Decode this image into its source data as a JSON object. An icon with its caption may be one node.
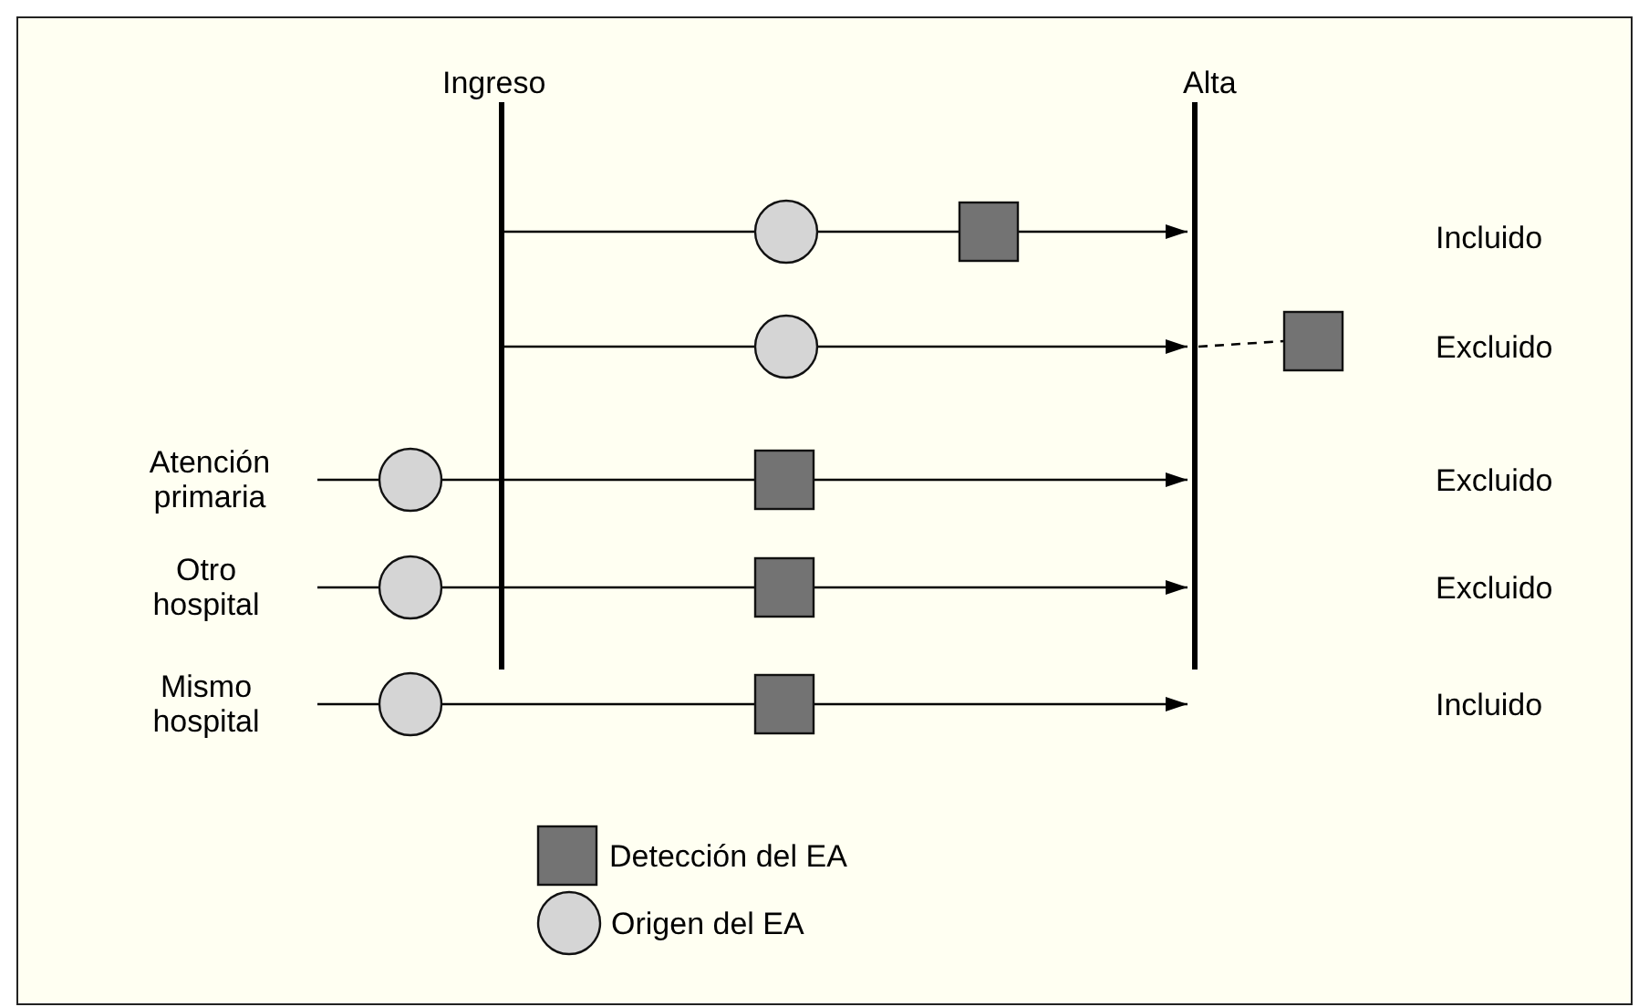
{
  "diagram": {
    "nodes": [
      {
        "text": [],
        "shape": "circle"
      },
      {
        "text": [],
        "shape": "box"
      },
      {
        "text": [],
        "shape": "circle"
      },
      {
        "text": [],
        "shape": "box"
      },
      {
        "text": [],
        "shape": "circle"
      },
      {
        "text": [],
        "shape": "box"
      },
      {
        "text": [],
        "shape": "circle"
      },
      {
        "text": [],
        "shape": "box"
      },
      {
        "text": [],
        "shape": "circle"
      },
      {
        "text": [],
        "shape": "box"
      }
    ],
    "edges": [
      {
        "from": null,
        "to": 0,
        "arrow": "none"
      },
      {
        "from": 0,
        "to": 1,
        "arrow": "none"
      },
      {
        "from": 1,
        "to": null,
        "arrow": "to"
      },
      {
        "from": null,
        "to": 2,
        "arrow": "none"
      },
      {
        "from": 2,
        "to": null,
        "arrow": "to"
      },
      {
        "from": null,
        "to": 3,
        "arrow": "none",
        "style": "dashed"
      },
      {
        "from": null,
        "to": 4,
        "arrow": "none"
      },
      {
        "from": 4,
        "to": 5,
        "arrow": "none"
      },
      {
        "from": 5,
        "to": null,
        "arrow": "to"
      },
      {
        "from": null,
        "to": 6,
        "arrow": "none"
      },
      {
        "from": 6,
        "to": 7,
        "arrow": "none"
      },
      {
        "from": 7,
        "to": null,
        "arrow": "to"
      },
      {
        "from": null,
        "to": 8,
        "arrow": "none"
      },
      {
        "from": 8,
        "to": 9,
        "arrow": "none"
      },
      {
        "from": 9,
        "to": null,
        "arrow": "to"
      }
    ],
    "labels": [
      "Ingreso",
      "Alta",
      "Incluido",
      "Excluido",
      "Atención primaria",
      "Excluido",
      "Otro hospital",
      "Excluido",
      "Mismo hospital",
      "Incluido"
    ],
    "legend": [
      {
        "text": "Detección del EA"
      },
      {
        "text": "Origen del EA"
      }
    ]
  }
}
